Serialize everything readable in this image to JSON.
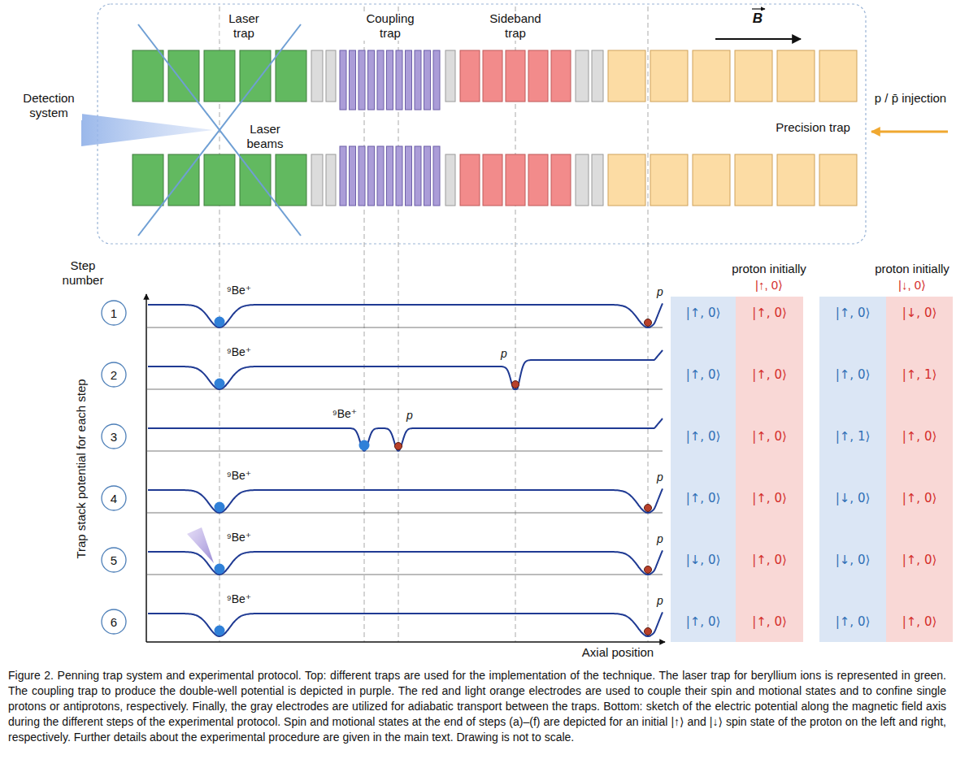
{
  "diagram": {
    "caption": "Figure 2. Penning trap system and experimental protocol. Top: different traps are used for the implementation of the technique. The laser trap for beryllium ions is represented in green. The coupling trap to produce the double-well potential is depicted in purple. The red and light orange electrodes are used to couple their spin and motional states and to confine single protons or antiprotons, respectively. Finally, the gray electrodes are utilized for adiabatic transport between the traps. Bottom: sketch of the electric potential along the magnetic field axis during the different steps of the experimental protocol. Spin and motional states at the end of steps (a)–(f) are depicted for an initial |↑⟩ and |↓⟩ spin state of the proton on the left and right, respectively. Further details about the experimental procedure are given in the main text. Drawing is not to scale.",
    "nodes": [
      {
        "text": [
          "1"
        ]
      },
      {
        "text": [
          "2"
        ]
      },
      {
        "text": [
          "3"
        ]
      },
      {
        "text": [
          "4"
        ]
      },
      {
        "text": [
          "5"
        ]
      },
      {
        "text": [
          "6"
        ]
      },
      {
        "text": [
          "|↑, 0⟩",
          "|↑, 0⟩",
          "|↑, 0⟩",
          "|↑, 0⟩",
          "|↓, 0⟩",
          "|↑, 0⟩"
        ]
      },
      {
        "text": [
          "|↑, 0⟩",
          "|↑, 0⟩",
          "|↑, 0⟩",
          "|↑, 0⟩",
          "|↑, 0⟩",
          "|↑, 0⟩"
        ]
      },
      {
        "text": [
          "|↑, 0⟩",
          "|↑, 0⟩",
          "|↑, 1⟩",
          "|↓, 0⟩",
          "|↓, 0⟩",
          "|↑, 0⟩"
        ]
      },
      {
        "text": [
          "|↓, 0⟩",
          "|↑, 1⟩",
          "|↑, 0⟩",
          "|↑, 0⟩",
          "|↑, 0⟩",
          "|↑, 0⟩"
        ]
      }
    ],
    "labels": [
      "Laser trap",
      "Coupling trap",
      "Sideband trap",
      "B",
      "Detection system",
      "Laser beams",
      "p / p̄ injection",
      "Precision trap",
      "Step number",
      "proton initially",
      "|↑, 0⟩",
      "proton initially",
      "|↓, 0⟩",
      "Trap stack potential for each step",
      "Axial position",
      "⁹Be⁺",
      "p",
      "⁹Be⁺",
      "p",
      "⁹Be⁺",
      "p",
      "⁹Be⁺",
      "p",
      "⁹Be⁺",
      "p",
      "⁹Be⁺",
      "p"
    ]
  }
}
